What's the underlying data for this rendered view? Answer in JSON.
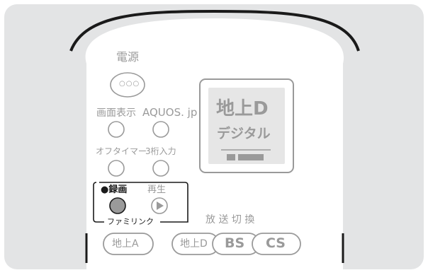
{
  "remote": {
    "power": {
      "label": "電源",
      "button_glyph": "○○○"
    },
    "row1": {
      "left_label": "画面表示",
      "right_label": "AQUOS. jp"
    },
    "row2": {
      "left_label": "オフタイマー",
      "right_label": "3桁入力"
    },
    "display": {
      "line1": "地上D",
      "line2": "デジタル"
    },
    "family_link": {
      "record_label": "●録画",
      "play_label": "再生",
      "group_label": "ファミリンク"
    },
    "broadcast": {
      "label": "放 送 切 換",
      "buttons": [
        "地上A",
        "地上D",
        "BS",
        "CS"
      ]
    }
  },
  "colors": {
    "background_panel": "#e3e4e5",
    "remote_body": "#ffffff",
    "outline": "#1a1a1a",
    "grey_ink": "#9a9a9a",
    "display_fill": "#e6e6e6",
    "record_button_fill": "#9a9a9a"
  }
}
